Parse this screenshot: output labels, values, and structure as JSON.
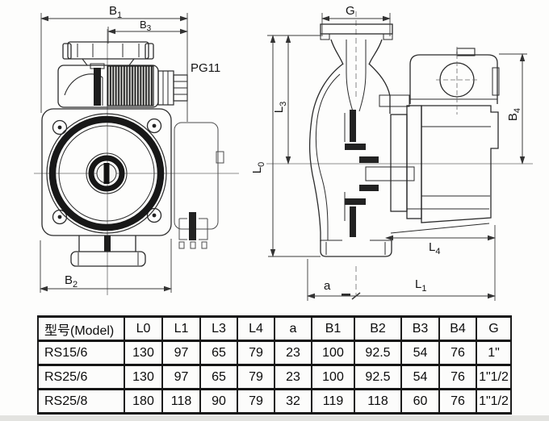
{
  "drawing": {
    "description": "pump dimensional drawing, front and side views",
    "labels": {
      "b1": {
        "main": "B",
        "sub": "1"
      },
      "b3": {
        "main": "B",
        "sub": "3"
      },
      "pg11": {
        "main": "PG11",
        "sub": ""
      },
      "b2": {
        "main": "B",
        "sub": "2"
      },
      "g": {
        "main": "G",
        "sub": ""
      },
      "l3": {
        "main": "L",
        "sub": "3"
      },
      "l0": {
        "main": "L",
        "sub": "0"
      },
      "b4": {
        "main": "B",
        "sub": "4"
      },
      "l4": {
        "main": "L",
        "sub": "4"
      },
      "a": {
        "main": "a",
        "sub": ""
      },
      "l1": {
        "main": "L",
        "sub": "1"
      }
    }
  },
  "table": {
    "headers": [
      "型号(Model)",
      "L0",
      "L1",
      "L3",
      "L4",
      "a",
      "B1",
      "B2",
      "B3",
      "B4",
      "G"
    ],
    "rows": [
      [
        "RS15/6",
        "130",
        "97",
        "65",
        "79",
        "23",
        "100",
        "92.5",
        "54",
        "76",
        "1\""
      ],
      [
        "RS25/6",
        "130",
        "97",
        "65",
        "79",
        "23",
        "100",
        "92.5",
        "54",
        "76",
        "1\"1/2"
      ],
      [
        "RS25/8",
        "180",
        "118",
        "90",
        "79",
        "32",
        "119",
        "118",
        "60",
        "76",
        "1\"1/2"
      ]
    ]
  }
}
